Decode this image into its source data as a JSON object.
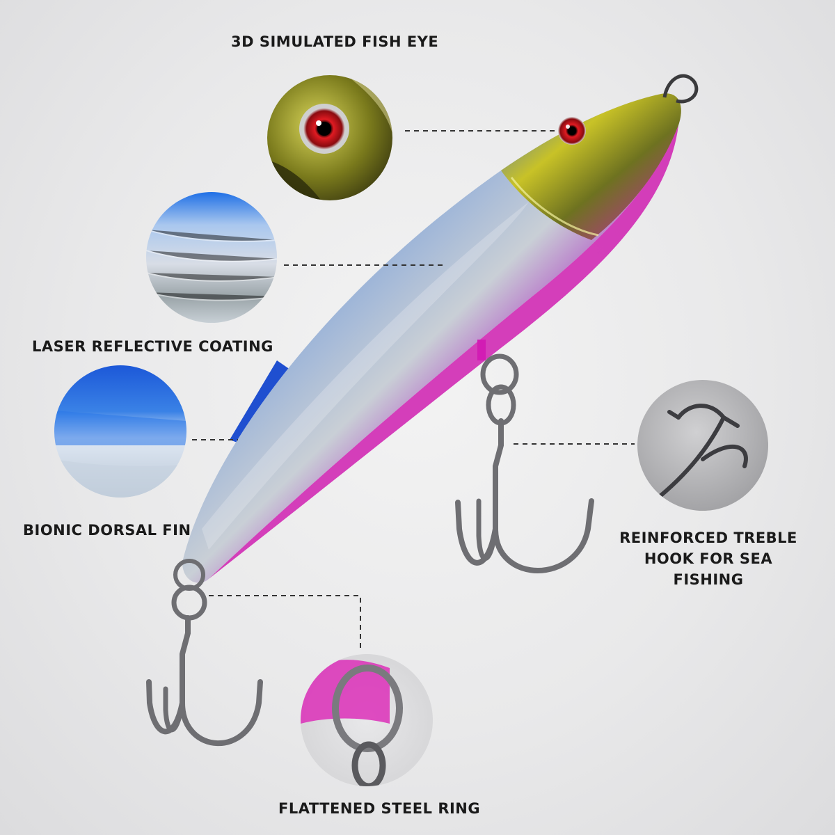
{
  "callouts": {
    "eye": {
      "label": "3D SIMULATED FISH EYE"
    },
    "coating": {
      "label": "LASER REFLECTIVE COATING"
    },
    "fin": {
      "label": "BIONIC DORSAL FIN"
    },
    "hook": {
      "line1": "REINFORCED TREBLE",
      "line2": "HOOK FOR SEA FISHING"
    },
    "ring": {
      "label": "FLATTENED STEEL RING"
    }
  },
  "colors": {
    "body_top": "#2f63c9",
    "body_belly": "#d21cb4",
    "head_gold": "#b7b41e",
    "eye_red": "#c4141c",
    "hook_steel": "#6e6e72",
    "text": "#1a1a1a"
  }
}
